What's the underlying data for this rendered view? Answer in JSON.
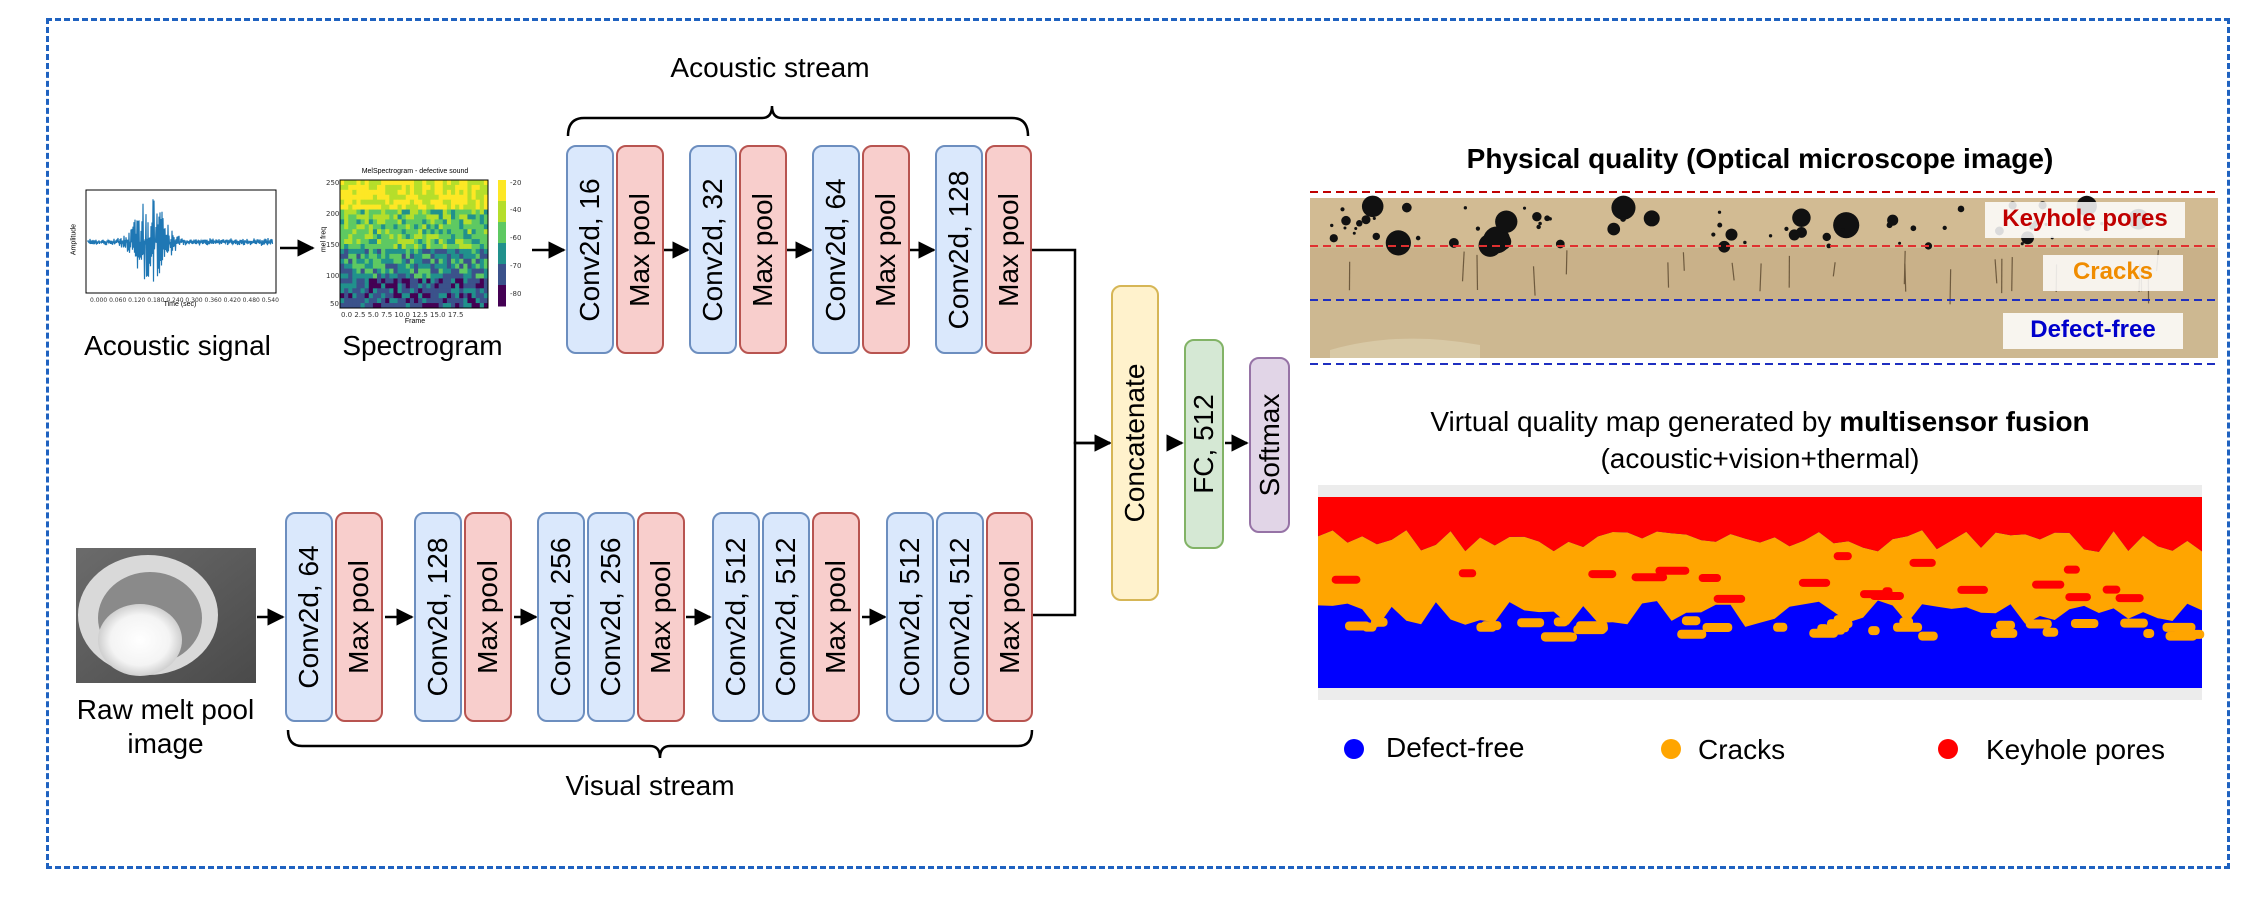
{
  "acoustic": {
    "stream_title": "Acoustic stream",
    "signal_label": "Acoustic signal",
    "spectrogram_label": "Spectrogram",
    "spectrogram_title": "MelSpectrogram - defective sound",
    "signal_xlabel": "Time (sec)",
    "signal_ylabel": "Amplitude",
    "spectrogram_xlabel": "Frame",
    "spectrogram_ylabel": "mel freq",
    "blocks": [
      {
        "conv": "Conv2d, 16",
        "pool": "Max pool"
      },
      {
        "conv": "Conv2d, 32",
        "pool": "Max pool"
      },
      {
        "conv": "Conv2d, 64",
        "pool": "Max pool"
      },
      {
        "conv": "Conv2d, 128",
        "pool": "Max pool"
      }
    ]
  },
  "visual": {
    "stream_title": "Visual stream",
    "image_label_line1": "Raw melt pool",
    "image_label_line2": "image",
    "blocks": [
      {
        "convs": [
          "Conv2d, 64"
        ],
        "pool": "Max pool"
      },
      {
        "convs": [
          "Conv2d, 128"
        ],
        "pool": "Max pool"
      },
      {
        "convs": [
          "Conv2d, 256",
          "Conv2d, 256"
        ],
        "pool": "Max pool"
      },
      {
        "convs": [
          "Conv2d, 512",
          "Conv2d, 512"
        ],
        "pool": "Max pool"
      },
      {
        "convs": [
          "Conv2d, 512",
          "Conv2d, 512"
        ],
        "pool": "Max pool"
      }
    ]
  },
  "fusion": {
    "concat": "Concatenate",
    "fc": "FC, 512",
    "softmax": "Softmax"
  },
  "physical": {
    "title": "Physical quality (Optical microscope image)",
    "labels": [
      {
        "text": "Keyhole pores",
        "color": "#c00000"
      },
      {
        "text": "Cracks",
        "color": "#f08c00"
      },
      {
        "text": "Defect-free",
        "color": "#0000cc"
      }
    ]
  },
  "virtual": {
    "title_plain": "Virtual quality map generated by ",
    "title_bold": "multisensor fusion",
    "subtitle": "(acoustic+vision+thermal)"
  },
  "legend": [
    {
      "label": "Defect-free",
      "color": "#0000ff"
    },
    {
      "label": "Cracks",
      "color": "#ffa500"
    },
    {
      "label": "Keyhole pores",
      "color": "#ff0000"
    }
  ]
}
